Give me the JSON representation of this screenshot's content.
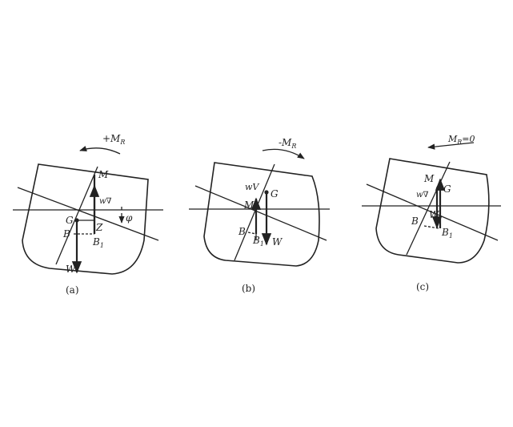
{
  "panels": [
    {
      "id": "a",
      "caption": "(a)",
      "moment_label": "+M",
      "moment_sub": "R",
      "labels": {
        "M": "M",
        "G": "G",
        "B": "B",
        "B1": "B",
        "B1_sub": "1",
        "Z": "Z",
        "phi": "φ",
        "W": "W",
        "wV": "w∇"
      }
    },
    {
      "id": "b",
      "caption": "(b)",
      "moment_label": "-M",
      "moment_sub": "R",
      "labels": {
        "M": "M",
        "G": "G",
        "B": "B",
        "B1": "B",
        "B1_sub": "1",
        "W": "W",
        "wV": "wV"
      }
    },
    {
      "id": "c",
      "caption": "(c)",
      "moment_label": "M",
      "moment_sub": "R",
      "moment_tail": "=0",
      "labels": {
        "M": "M",
        "G": "G",
        "B": "B",
        "B1": "B",
        "B1_sub": "1",
        "W": "W",
        "wV": "w∇"
      }
    }
  ],
  "colors": {
    "ink": "#222222",
    "background": "#ffffff"
  }
}
